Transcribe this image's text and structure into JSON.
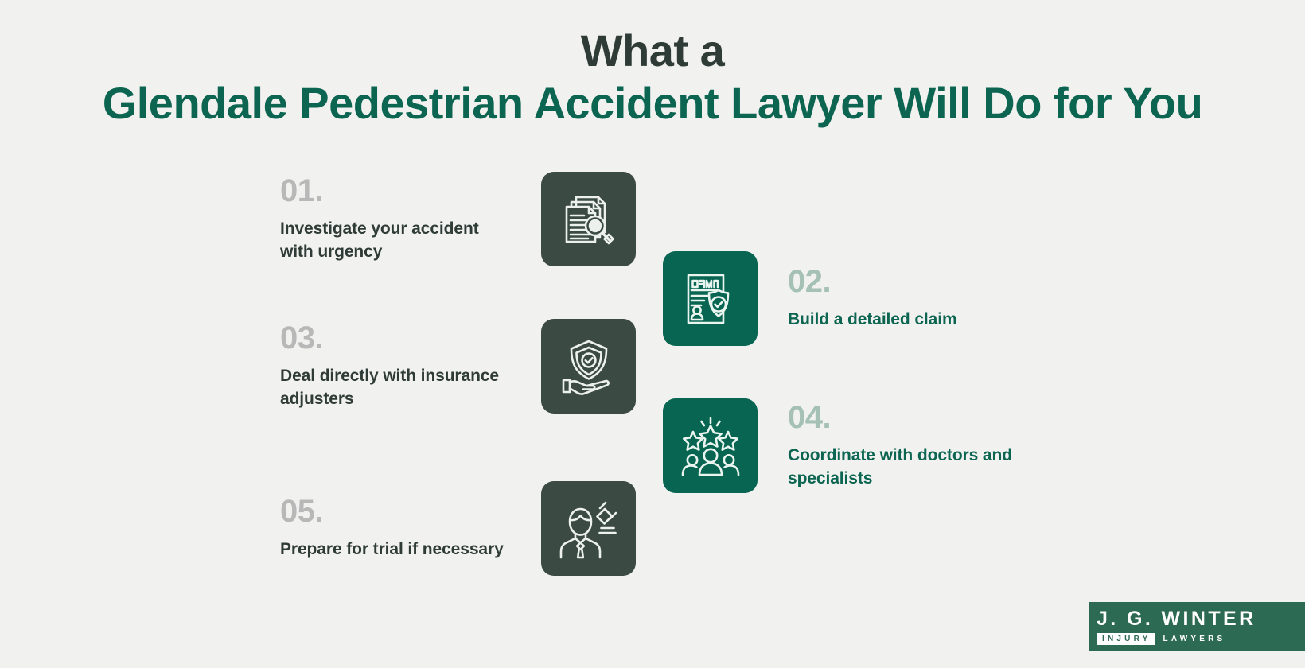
{
  "title": {
    "line1": "What a",
    "line2": "Glendale Pedestrian Accident Lawyer Will Do for You",
    "color_line1": "#2f3b36",
    "color_line2": "#0c6550"
  },
  "background_color": "#f1f1f0",
  "steps": [
    {
      "number": "01.",
      "label": "Investigate your accident with urgency",
      "icon": "documents-magnifier-icon",
      "tile_color": "#3b4a43",
      "number_color": "#b8b8b8",
      "label_color": "#2f3b36",
      "side": "left"
    },
    {
      "number": "02.",
      "label": "Build a detailed claim",
      "icon": "claim-shield-check-icon",
      "tile_color": "#076551",
      "number_color": "#a5c0b4",
      "label_color": "#0c6550",
      "side": "right"
    },
    {
      "number": "03.",
      "label": "Deal directly with insurance adjusters",
      "icon": "shield-check-hand-icon",
      "tile_color": "#3b4a43",
      "number_color": "#b8b8b8",
      "label_color": "#2f3b36",
      "side": "left"
    },
    {
      "number": "04.",
      "label": "Coordinate with doctors and specialists",
      "icon": "stars-people-icon",
      "tile_color": "#076551",
      "number_color": "#a5c0b4",
      "label_color": "#0c6550",
      "side": "right"
    },
    {
      "number": "05.",
      "label": "Prepare for trial if necessary",
      "icon": "judge-gavel-icon",
      "tile_color": "#3b4a43",
      "number_color": "#b8b8b8",
      "label_color": "#2f3b36",
      "side": "left"
    }
  ],
  "logo": {
    "name": "J. G. WINTER",
    "tagline_left": "INJURY",
    "tagline_right": "LAWYERS",
    "color": "#2d6a53"
  }
}
